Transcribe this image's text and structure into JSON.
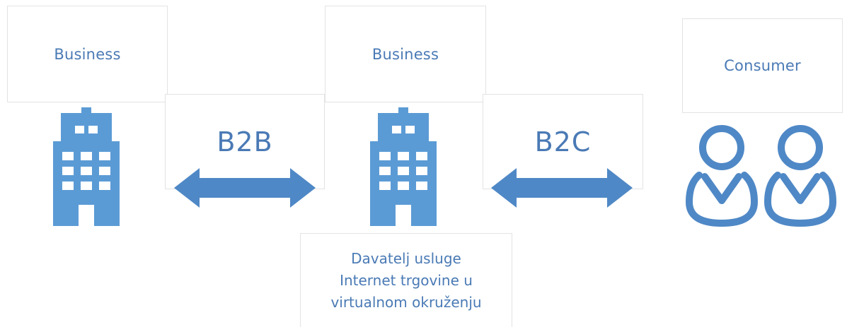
{
  "colors": {
    "primary": "#5b9bd5",
    "text": "#4a7ab5",
    "box_border": "#e3e3e3",
    "window": "#ffffff"
  },
  "left_entity": {
    "label": "Business",
    "icon": "building-icon"
  },
  "center_entity": {
    "label": "Business",
    "icon": "building-icon"
  },
  "right_entity": {
    "label": "Consumer",
    "icon": "consumers-icon"
  },
  "b2b_link": {
    "label": "B2B",
    "icon": "double-arrow-icon"
  },
  "b2c_link": {
    "label": "B2C",
    "icon": "double-arrow-icon"
  },
  "provider": {
    "lines": [
      "Davatelj usluge",
      "Internet trgovine u",
      "virtualnom okruženju"
    ]
  }
}
